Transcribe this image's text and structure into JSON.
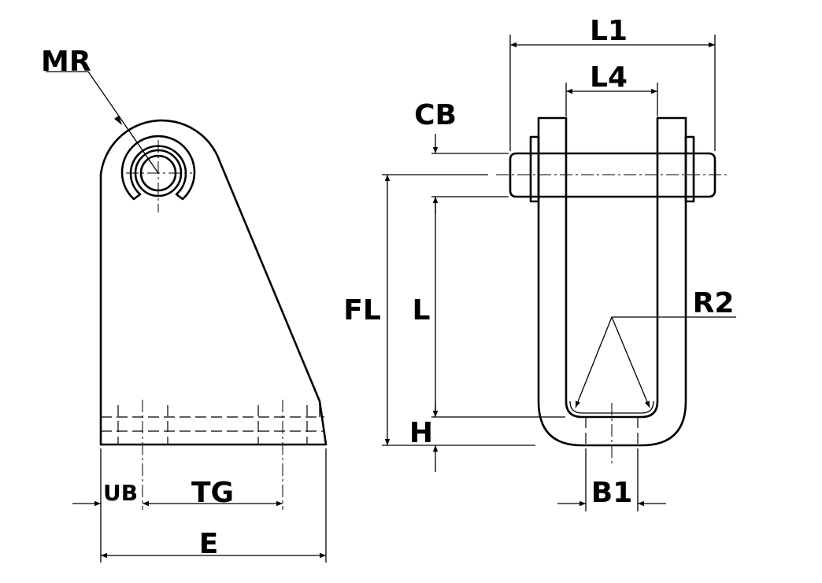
{
  "labels": {
    "mr": "MR",
    "ub": "UB",
    "tg": "TG",
    "e": "E",
    "l1": "L1",
    "l4": "L4",
    "cb": "CB",
    "fl": "FL",
    "l": "L",
    "r2": "R2",
    "h": "H",
    "b1": "B1"
  }
}
